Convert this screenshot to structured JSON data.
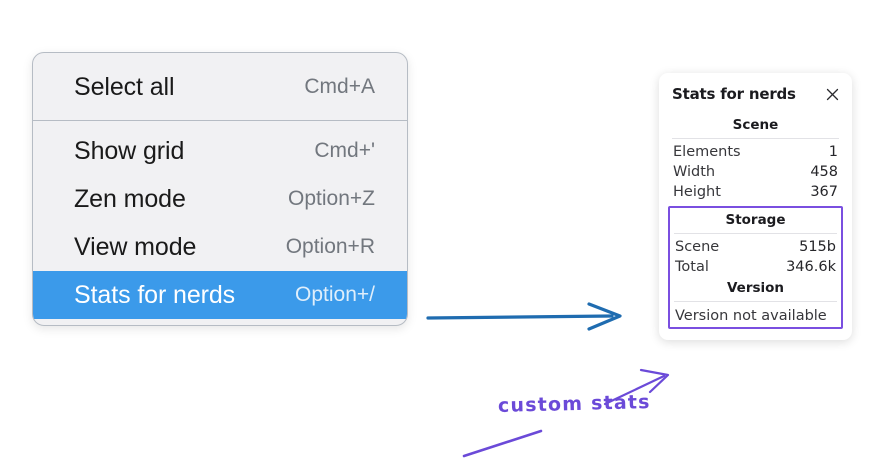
{
  "colors": {
    "menu_background": "#f1f1f3",
    "menu_border": "#b6bcc4",
    "selection_blue": "#3b9aea",
    "annotation_purple": "#6b4ad8",
    "highlight_border": "#7a4fe0",
    "arrow_blue": "#1f6cb0",
    "panel_background": "#ffffff"
  },
  "context_menu": {
    "groups": [
      {
        "items": [
          {
            "label": "Select all",
            "shortcut": "Cmd+A",
            "selected": false
          }
        ]
      },
      {
        "items": [
          {
            "label": "Show grid",
            "shortcut": "Cmd+'",
            "selected": false
          },
          {
            "label": "Zen mode",
            "shortcut": "Option+Z",
            "selected": false
          },
          {
            "label": "View mode",
            "shortcut": "Option+R",
            "selected": false
          },
          {
            "label": "Stats for nerds",
            "shortcut": "Option+/",
            "selected": true
          }
        ]
      }
    ]
  },
  "stats_panel": {
    "title": "Stats for nerds",
    "close_icon": "close-icon",
    "scene": {
      "heading": "Scene",
      "rows": [
        {
          "label": "Elements",
          "value": "1"
        },
        {
          "label": "Width",
          "value": "458"
        },
        {
          "label": "Height",
          "value": "367"
        }
      ]
    },
    "storage": {
      "heading": "Storage",
      "rows": [
        {
          "label": "Scene",
          "value": "515b"
        },
        {
          "label": "Total",
          "value": "346.6k"
        }
      ]
    },
    "version": {
      "heading": "Version",
      "text": "Version not available"
    }
  },
  "annotations": {
    "handwritten_label": "custom stats",
    "flow_arrow": "arrow-menu-to-panel",
    "pointer_arrow": "arrow-label-to-storage",
    "underline": "underline-stroke"
  }
}
